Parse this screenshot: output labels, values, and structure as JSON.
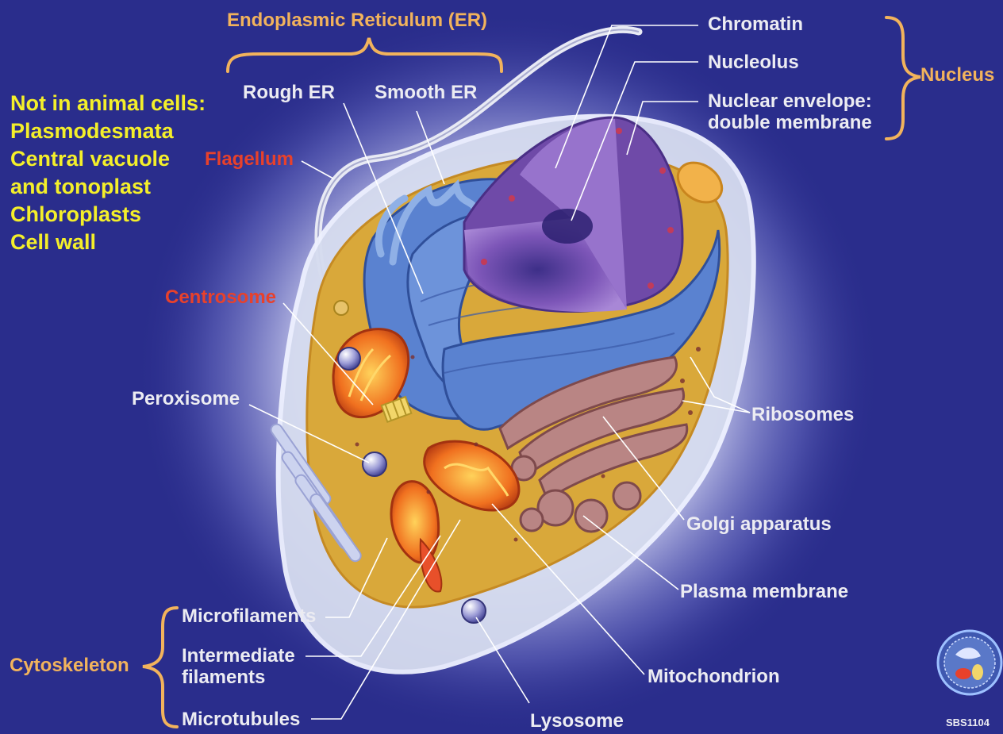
{
  "labels": {
    "er_group": "Endoplasmic Reticulum (ER)",
    "rough_er": "Rough ER",
    "smooth_er": "Smooth ER",
    "chromatin": "Chromatin",
    "nucleolus": "Nucleolus",
    "nuclear_envelope_1": "Nuclear envelope:",
    "nuclear_envelope_2": "double membrane",
    "nucleus_group": "Nucleus",
    "flagellum": "Flagellum",
    "centrosome": "Centrosome",
    "peroxisome": "Peroxisome",
    "ribosomes": "Ribosomes",
    "golgi": "Golgi apparatus",
    "plasma_membrane": "Plasma membrane",
    "mitochondrion": "Mitochondrion",
    "lysosome": "Lysosome",
    "microfilaments": "Microfilaments",
    "intermediate_1": "Intermediate",
    "intermediate_2": "filaments",
    "microtubules": "Microtubules",
    "cytoskeleton_group": "Cytoskeleton"
  },
  "not_in_animal": {
    "heading": "Not in animal cells:",
    "items": [
      "Plasmodesmata",
      "Central vacuole",
      "and tonoplast",
      "Chloroplasts",
      "Cell wall"
    ]
  },
  "footer_code": "SBS1104",
  "colors": {
    "background": "#2a2d8c",
    "label_white": "#ececf2",
    "label_orange": "#f2b35c",
    "label_red": "#e8412b",
    "label_yellow": "#f4ef2a",
    "cytoplasm": "#d9a83a",
    "nucleus": "#8a5cc0",
    "er": "#4f78c9",
    "mitochondrion": "#ef6a1e",
    "golgi": "#b07b7a"
  }
}
